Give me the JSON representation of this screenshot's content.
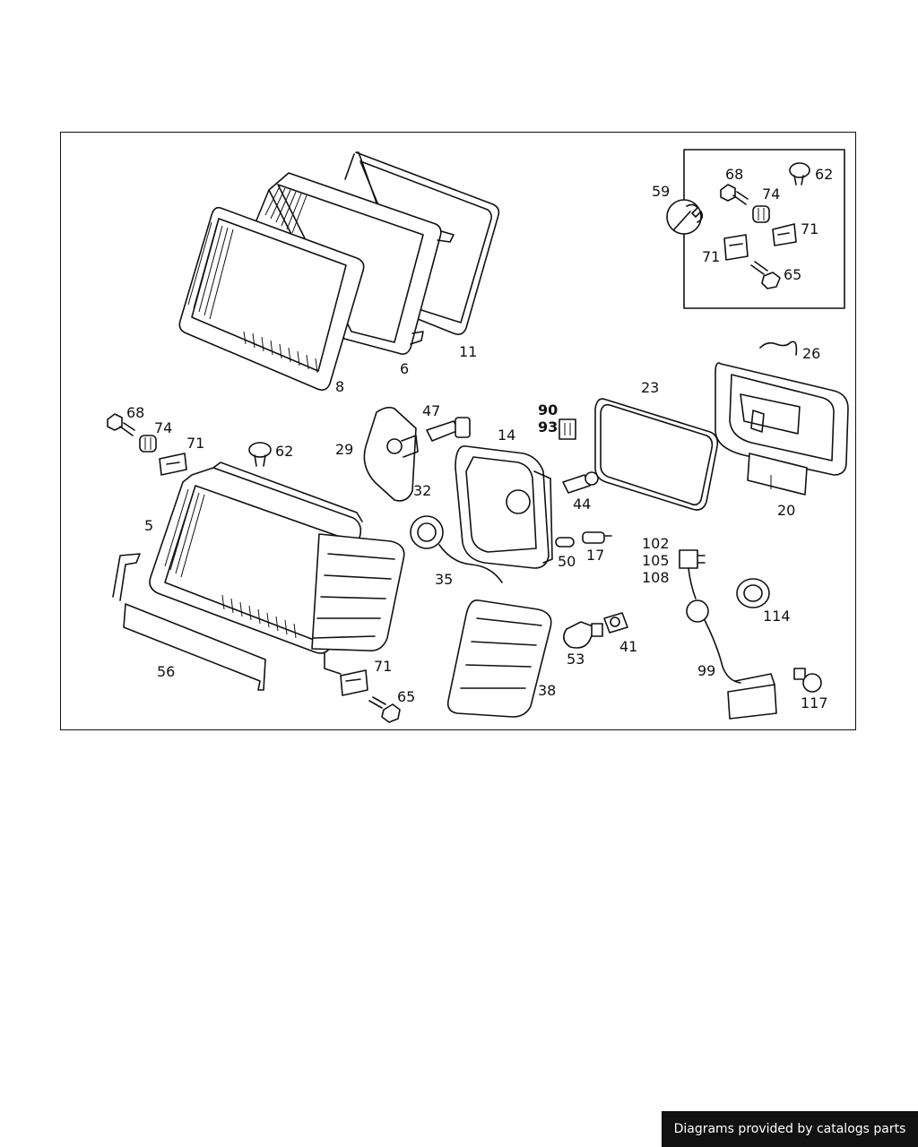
{
  "diagram": {
    "callouts": [
      "8",
      "6",
      "11",
      "59",
      "68",
      "74",
      "62",
      "71",
      "71",
      "65",
      "26",
      "23",
      "20",
      "68",
      "74",
      "71",
      "62",
      "29",
      "47",
      "90",
      "93",
      "14",
      "32",
      "44",
      "5",
      "35",
      "50",
      "17",
      "102",
      "105",
      "108",
      "114",
      "56",
      "71",
      "65",
      "38",
      "53",
      "41",
      "99",
      "117"
    ]
  },
  "footer": {
    "text": "Diagrams provided by catalogs parts"
  }
}
